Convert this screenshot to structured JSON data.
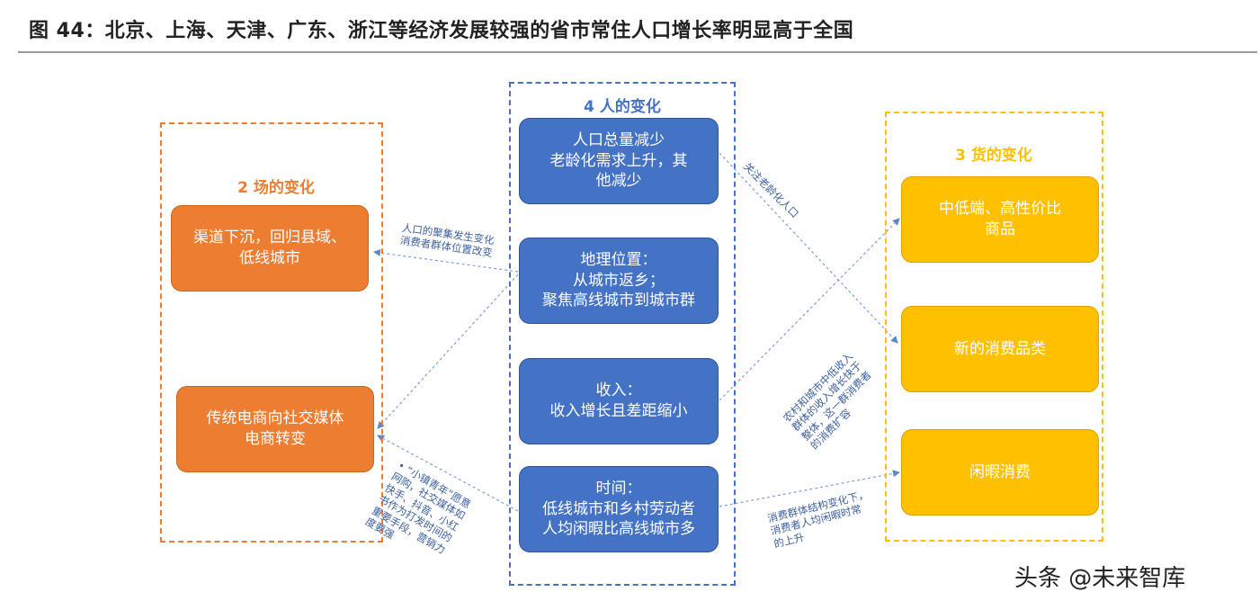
{
  "title": "图 44：北京、上海、天津、广东、浙江等经济发展较强的省市常住人口增长率明显高于全国",
  "groups": {
    "place": {
      "title": "2 场的变化",
      "color": "#ED7D31",
      "boxes": [
        {
          "lines": [
            "渠道下沉，回归县域、",
            "低线城市"
          ]
        },
        {
          "lines": [
            "传统电商向社交媒体",
            "电商转变"
          ]
        }
      ]
    },
    "people": {
      "title": "4 人的变化",
      "color": "#4472C4",
      "boxes": [
        {
          "lines": [
            "人口总量减少",
            "老龄化需求上升，其",
            "他减少"
          ]
        },
        {
          "lines": [
            "地理位置：",
            "从城市返乡；",
            "聚焦高线城市到城市群"
          ]
        },
        {
          "lines": [
            "收入：",
            "收入增长且差距缩小"
          ]
        },
        {
          "lines": [
            "时间：",
            "低线城市和乡村劳动者",
            "人均闲暇比高线城市多"
          ]
        }
      ]
    },
    "goods": {
      "title": "3 货的变化",
      "color": "#FFC000",
      "boxes": [
        {
          "lines": [
            "中低端、高性价比",
            "商品"
          ]
        },
        {
          "lines": [
            "新的消费品类"
          ]
        },
        {
          "lines": [
            "闲暇消费"
          ]
        }
      ]
    }
  },
  "link_labels": {
    "geo": [
      "人口的聚集发生变化",
      "消费者群体位置改变"
    ],
    "aging": [
      "关注老龄化人口"
    ],
    "income": [
      "农村和城市中低收入",
      "群体的收入增长快于",
      "整体，这一群消费者",
      "的消费扩容"
    ],
    "youth": [
      "•  “小镇青年”愿意",
      "网购，社交媒体如",
      "快手、抖音、小红",
      "书作为打发时间的",
      "重要手段，营销力",
      "度要强"
    ],
    "leisure": [
      "消费群体结构变化下，",
      "消费者人均闲暇时常",
      "的上升"
    ]
  },
  "watermark": "头条 @未来智库"
}
